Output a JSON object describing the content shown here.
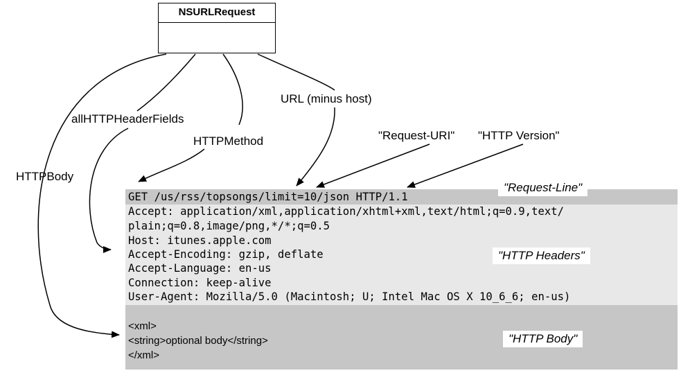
{
  "class_box": {
    "name": "NSURLRequest"
  },
  "properties": {
    "url": "URL (minus host)",
    "header_fields": "allHTTPHeaderFields",
    "method": "HTTPMethod",
    "body": "HTTPBody"
  },
  "request_parts": {
    "request_uri": "\"Request-URI\"",
    "http_version": "\"HTTP Version\""
  },
  "sections": {
    "request_line": "\"Request-Line\"",
    "headers": "\"HTTP Headers\"",
    "body": "\"HTTP Body\""
  },
  "request": {
    "request_line": "GET /us/rss/topsongs/limit=10/json HTTP/1.1",
    "headers": [
      "Accept: application/xml,application/xhtml+xml,text/html;q=0.9,text/",
      "plain;q=0.8,image/png,*/*;q=0.5",
      "Host: itunes.apple.com",
      "Accept-Encoding: gzip, deflate",
      "Accept-Language: en-us",
      "Connection: keep-alive",
      "User-Agent: Mozilla/5.0 (Macintosh; U; Intel Mac OS X 10_6_6; en-us)"
    ],
    "body_lines": [
      "<xml>",
      "<string>optional body</string>",
      "</xml>"
    ]
  }
}
